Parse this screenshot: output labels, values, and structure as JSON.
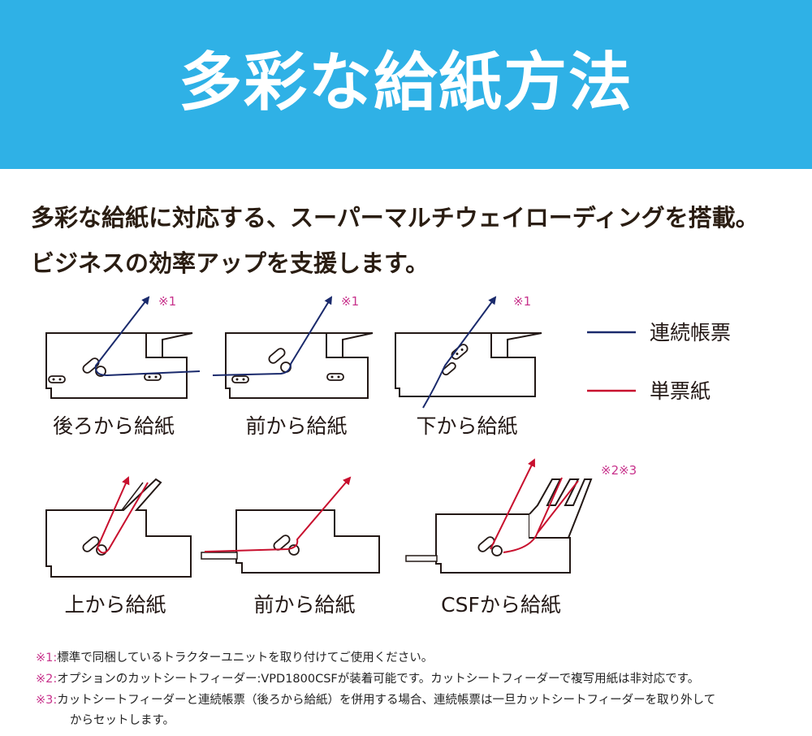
{
  "colors": {
    "banner": "#2fb1e6",
    "continuous": "#1a2a6c",
    "single": "#c8102e",
    "mark": "#c8338c",
    "outline": "#231815"
  },
  "banner": {
    "title": "多彩な給紙方法"
  },
  "intro": {
    "line1": "多彩な給紙に対応する、スーパーマルチウェイローディングを搭載。",
    "line2": "ビジネスの効率アップを支援します。"
  },
  "legend": [
    {
      "label": "連続帳票",
      "color": "#1a2a6c"
    },
    {
      "label": "単票紙",
      "color": "#c8102e"
    }
  ],
  "panels": [
    {
      "id": "rear",
      "label": "後ろから給紙",
      "mark": "※1",
      "paper": "continuous"
    },
    {
      "id": "front",
      "label": "前から給紙",
      "mark": "※1",
      "paper": "continuous"
    },
    {
      "id": "bottom",
      "label": "下から給紙",
      "mark": "※1",
      "paper": "continuous"
    },
    {
      "id": "top",
      "label": "上から給紙",
      "mark": "",
      "paper": "single"
    },
    {
      "id": "front-single",
      "label": "前から給紙",
      "mark": "",
      "paper": "single"
    },
    {
      "id": "csf",
      "label": "CSFから給紙",
      "mark": "※2※3",
      "paper": "single"
    }
  ],
  "notes": [
    {
      "mark": "※1:",
      "text": "標準で同梱しているトラクターユニットを取り付けてご使用ください。"
    },
    {
      "mark": "※2:",
      "text": "オプションのカットシートフィーダー:VPD1800CSFが装着可能です。カットシートフィーダーで複写用紙は非対応です。"
    },
    {
      "mark": "※3:",
      "text": "カットシートフィーダーと連続帳票（後ろから給紙）を併用する場合、連続帳票は一旦カットシートフィーダーを取り外して",
      "cont": "からセットします。"
    }
  ]
}
